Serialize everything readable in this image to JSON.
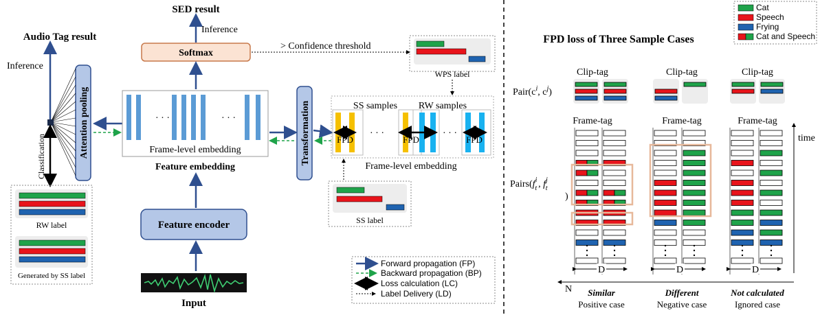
{
  "left": {
    "sed_result": "SED result",
    "audio_tag_result": "Audio Tag result",
    "inference_top": "Inference",
    "inference_left": "Inference",
    "softmax": "Softmax",
    "confidence": "> Confidence threshold",
    "wps_label": "WPS label",
    "attention_pooling": "Attention pooling",
    "classification": "Classification",
    "frame_level_embedding": "Frame-level embedding",
    "feature_embedding": "Feature embedding",
    "transformation": "Transformation",
    "ss_samples": "SS samples",
    "rw_samples": "RW samples",
    "fpd": "FPD",
    "frame_level_embedding_right": "Frame-level embedding",
    "ss_label": "SS label",
    "rw_label": "RW label",
    "generated_by": "Generated by SS label",
    "feature_encoder": "Feature encoder",
    "input": "Input",
    "dots": "· · ·",
    "legend": [
      {
        "label": "Forward propagation (FP)",
        "style": "forward"
      },
      {
        "label": "Backward propagation (BP)",
        "style": "backward"
      },
      {
        "label": "Loss calculation (LC)",
        "style": "loss"
      },
      {
        "label": "Label Delivery (LD)",
        "style": "delivery"
      }
    ]
  },
  "right": {
    "title": "FPD loss of Three Sample Cases",
    "legend": [
      {
        "label": "Cat",
        "color": "#1fa34a"
      },
      {
        "label": "Speech",
        "color": "#e8141b"
      },
      {
        "label": "Frying",
        "color": "#1f63b0"
      },
      {
        "label": "Cat and Speech",
        "color": "mixed"
      }
    ],
    "clip_tag": "Clip-tag",
    "frame_tag": "Frame-tag",
    "pair_clip": "Pair(c",
    "pair_clip_sup_i": "i",
    "pair_clip_mid": ", c",
    "pair_clip_sup_j": "j",
    "pair_clip_end": ")",
    "pairs_frame": "Pairs(",
    "pairs_f": "f",
    "pairs_t": "t",
    "pairs_i": "i",
    "pairs_j": "j",
    "time": "time",
    "n_axis": "N",
    "d_label": "D",
    "cases": [
      {
        "title": "Similar",
        "subtitle": "Positive case"
      },
      {
        "title": "Different",
        "subtitle": "Negative case"
      },
      {
        "title": "Not calculated",
        "subtitle": "Ignored case"
      }
    ]
  },
  "colors": {
    "green": "#1fa34a",
    "red": "#e8141b",
    "blue": "#1f63b0",
    "boxblue": "#5b9bd5",
    "yellow": "#f5c000",
    "cyan": "#19b2f0",
    "orange": "#c7794b",
    "navy": "#2f4f8f"
  }
}
